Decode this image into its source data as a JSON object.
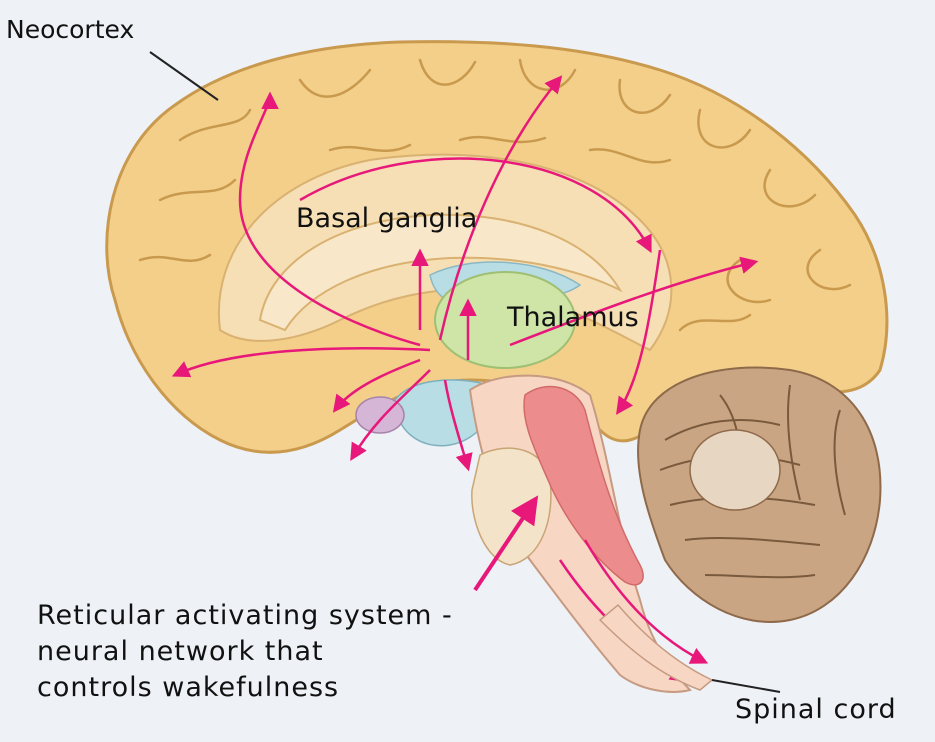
{
  "labels": {
    "neocortex": "Neocortex",
    "basal_ganglia": "Basal ganglia",
    "thalamus": "Thalamus",
    "ras_line1": "Reticular activating system -",
    "ras_line2": "neural network that",
    "ras_line3": "controls wakefulness",
    "spinal_cord": "Spinal cord"
  },
  "colors": {
    "background": "#eef1f6",
    "cortex": "#f3cf8a",
    "cortex_outline": "#c99a4e",
    "inner_region": "#f6dfb5",
    "thalamus": "#cfe5a8",
    "ventricle": "#b8dde4",
    "brainstem": "#f7d7c4",
    "reticular": "#ec8c8c",
    "cerebellum": "#c9a584",
    "pathway": "#e8187a",
    "leader_line": "#222222"
  }
}
